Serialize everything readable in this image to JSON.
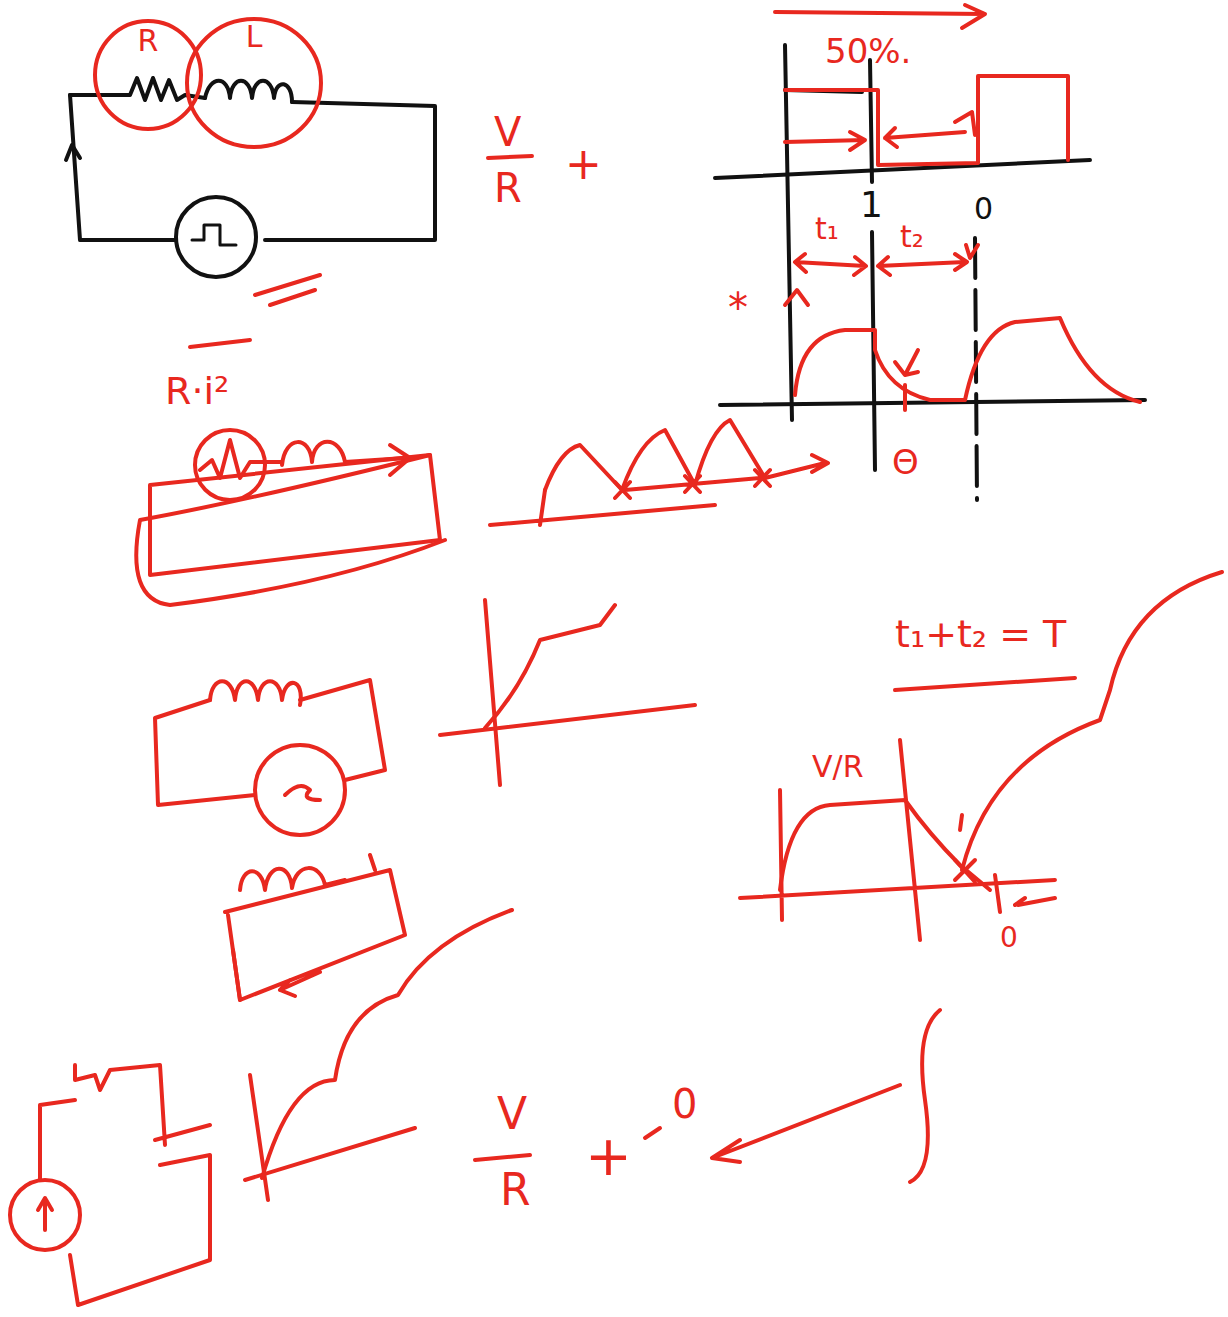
{
  "diagram": {
    "nodes": [
      {
        "text": [
          "R"
        ]
      },
      {
        "text": [
          "L"
        ]
      }
    ],
    "labels": [
      "V",
      "R",
      "+",
      "50%.",
      "1",
      "0",
      "t₁",
      "t₂",
      "*",
      "R·i²",
      "Θ",
      "t₁+t₂ = T",
      "V/R",
      "0",
      "V",
      "R",
      "+",
      "0"
    ]
  }
}
